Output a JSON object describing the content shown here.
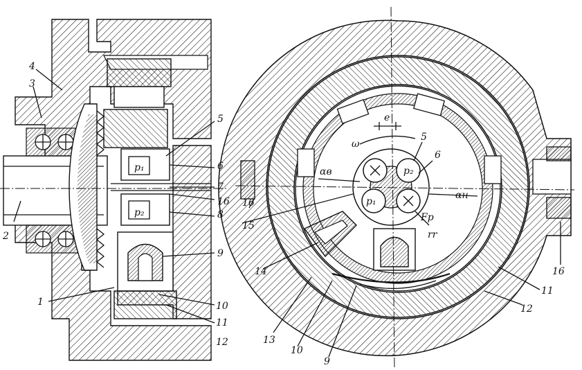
{
  "left_view": {
    "labels": [
      "1",
      "2",
      "3",
      "4",
      "5",
      "6",
      "7",
      "8",
      "9",
      "10",
      "11",
      "12",
      "16"
    ],
    "p1": "p₁",
    "p2": "p₂"
  },
  "right_view": {
    "labels": [
      "5",
      "6",
      "9",
      "10",
      "11",
      "12",
      "13",
      "14",
      "15",
      "16"
    ],
    "symbols": {
      "omega": "ω",
      "e": "e",
      "alpha_b": "αв",
      "alpha_h": "αн",
      "F_p": "Fр",
      "r_r": "rr",
      "p2": "p₂",
      "p1": "p₁"
    }
  },
  "colors": {
    "ink": "#111111",
    "paper": "#ffffff"
  }
}
